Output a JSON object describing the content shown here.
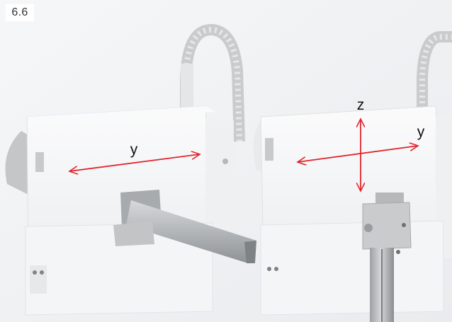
{
  "figure": {
    "label": "6.6",
    "axis_labels": {
      "left_y": "y",
      "right_z": "z",
      "right_y": "y"
    }
  },
  "colors": {
    "arrow": "#e0262d",
    "background": "#f2f3f5",
    "housing": "#f7f8f9",
    "aluminium": "#b9bbbd"
  },
  "icons": [
    "double-arrow-horizontal-icon",
    "double-arrow-vertical-icon"
  ]
}
